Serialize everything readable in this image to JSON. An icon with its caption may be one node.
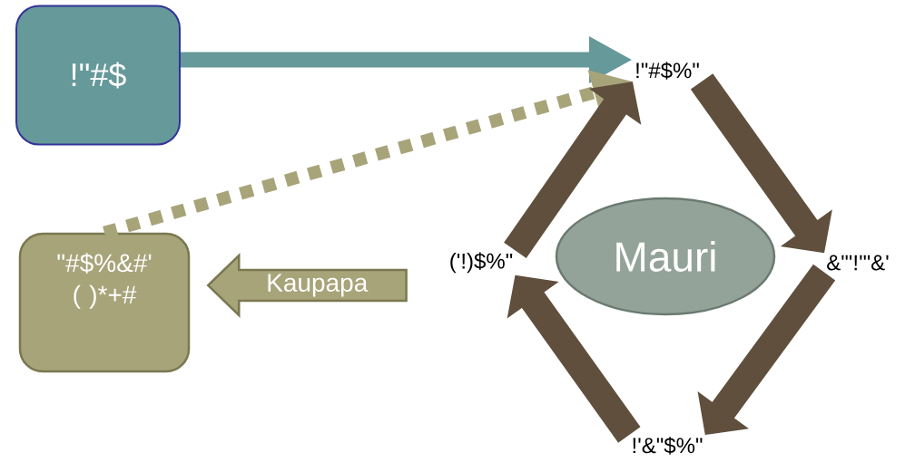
{
  "diagram": {
    "nodes": [
      {
        "text": [
          "!\"#$"
        ]
      },
      {
        "text": [
          "!\"#$%\""
        ]
      },
      {
        "text": [
          "('!)$%\""
        ]
      },
      {
        "text": [
          "Mauri"
        ]
      },
      {
        "text": [
          "&\"'!'\"&'"
        ]
      },
      {
        "text": [
          "!'&\"$%\""
        ]
      },
      {
        "text": [
          "\"#$%&#' ( )*+#"
        ]
      }
    ],
    "edges": [
      {
        "from": 0,
        "to": 1,
        "arrow": "to",
        "color": "#669999"
      },
      {
        "from": 6,
        "to": 1,
        "arrow": "to",
        "style": "dashed",
        "color": "#a8a47a"
      },
      {
        "from": 2,
        "to": 6,
        "arrow": "to",
        "label": "Kaupapa",
        "color": "#a8a47a"
      },
      {
        "from": 2,
        "to": 1,
        "arrow": "to"
      },
      {
        "from": 1,
        "to": 4,
        "arrow": "to"
      },
      {
        "from": 4,
        "to": 5,
        "arrow": "to"
      },
      {
        "from": 5,
        "to": 2,
        "arrow": "to"
      }
    ]
  }
}
